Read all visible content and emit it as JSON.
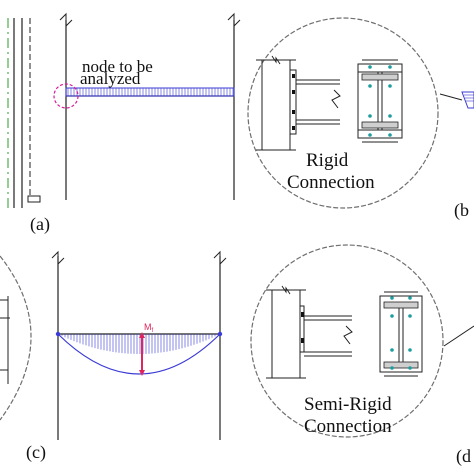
{
  "labels": {
    "node_annotation_line1": "node to be",
    "node_annotation_line2": "analyzed",
    "rigid_line1": "Rigid",
    "rigid_line2": "Connection",
    "semi_line1": "Semi-Rigid",
    "semi_line2": "Connection",
    "panel_a": "(a)",
    "panel_b": "(b",
    "panel_c": "(c)",
    "panel_d": "(d",
    "moment": "M",
    "moment_sub": "f"
  },
  "colors": {
    "line": "#222222",
    "load": "#3b3bd6",
    "node_circle": "#d81b9a",
    "moment_line": "#e0245e",
    "bolt": "#1f9ea0",
    "detail_circle": "#6f6f6f",
    "centerline": "#2e9b2e"
  }
}
